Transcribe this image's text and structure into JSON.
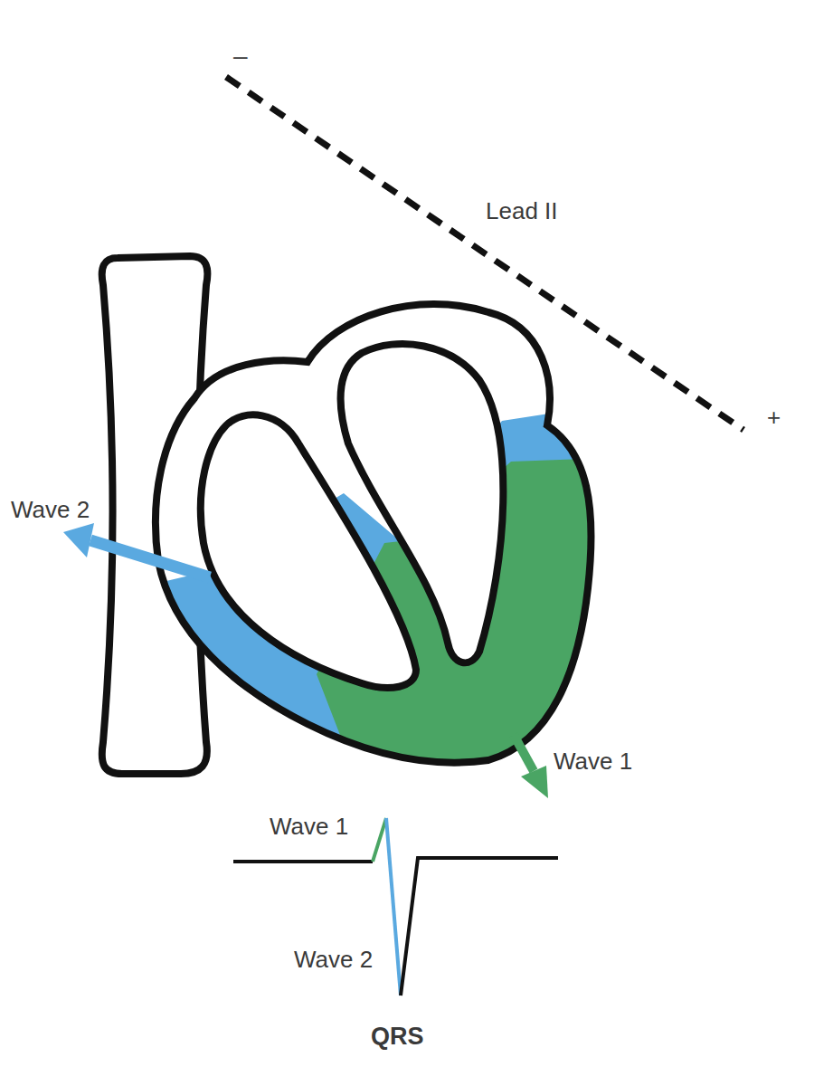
{
  "diagram": {
    "labels": [
      "–",
      "Lead II",
      "+",
      "Wave 2",
      "Wave 1",
      "Wave 1",
      "Wave 2",
      "QRS"
    ]
  }
}
